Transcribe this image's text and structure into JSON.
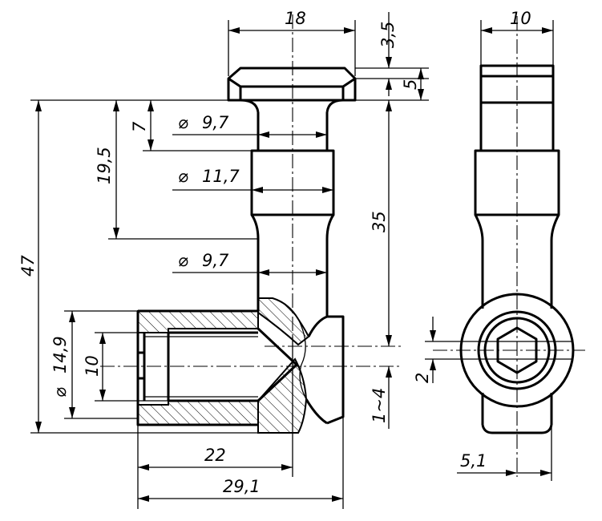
{
  "drawing": {
    "dimensions": {
      "head_width": "18",
      "head_chamfer": "3,5",
      "head_height": "5",
      "side_width": "10",
      "neck_length": "7",
      "upper_length": "19,5",
      "total_height": "47",
      "shank_length": "35",
      "diameter_neck": "9,7",
      "diameter_collar": "11,7",
      "diameter_shank": "9,7",
      "diameter_body": "14,9",
      "thread_diameter": "10",
      "offset_small": "2",
      "offset_range": "1~4",
      "bore_depth": "22",
      "body_length": "29,1",
      "hex_offset": "5,1"
    },
    "symbols": {
      "diameter": "⌀"
    }
  }
}
